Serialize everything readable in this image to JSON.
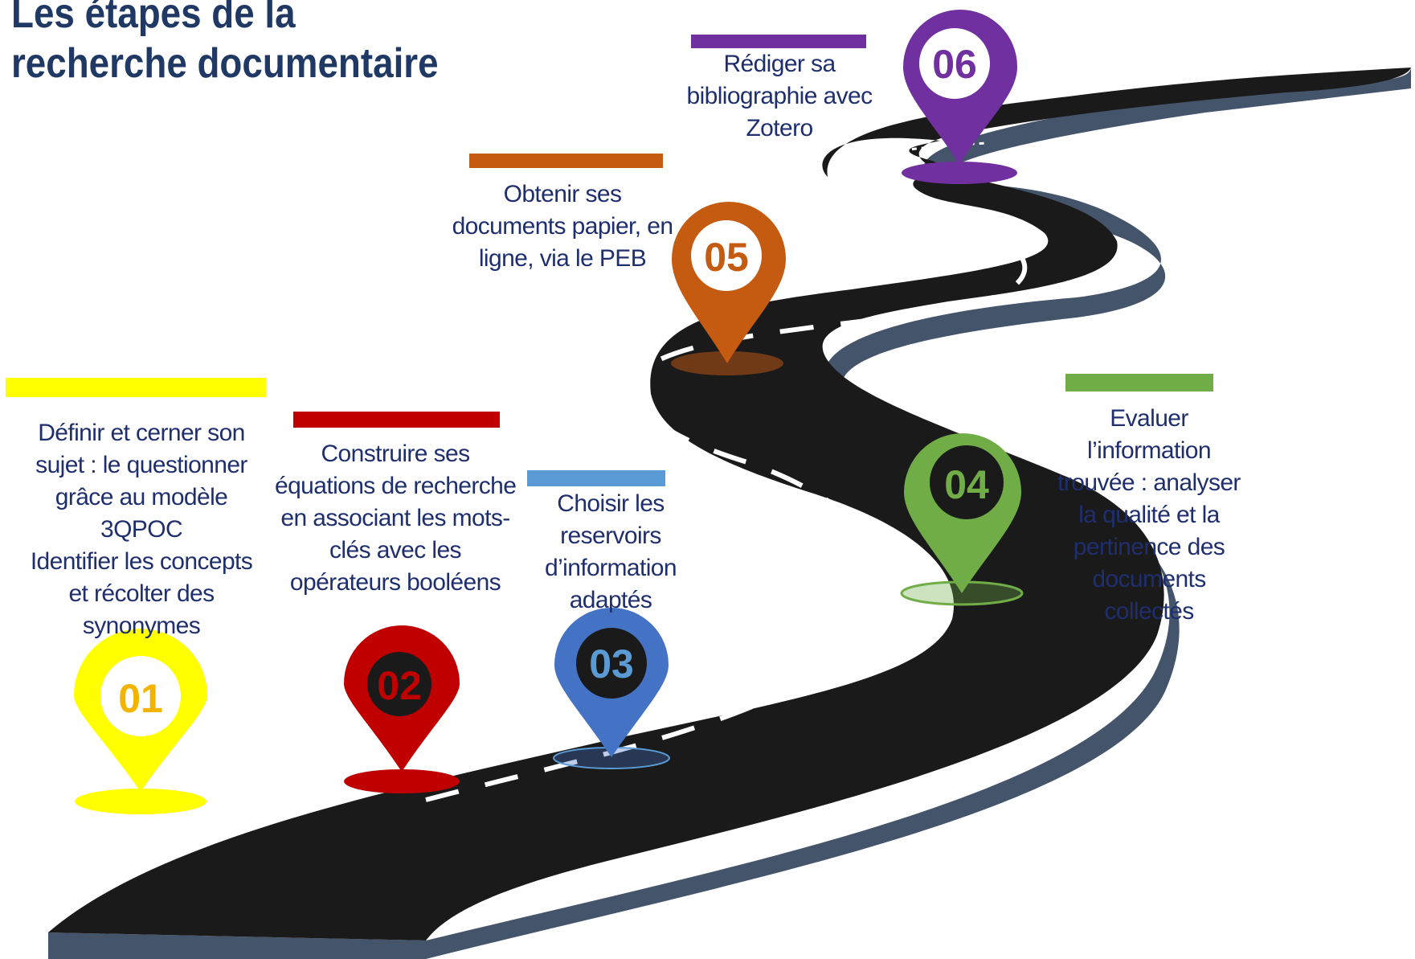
{
  "title": {
    "line1": "Les étapes de la",
    "line2": "recherche documentaire"
  },
  "steps": [
    {
      "number": "01",
      "color": "#ffff00",
      "number_color": "#f2b400",
      "lines": [
        "Définir et cerner son",
        "sujet : le questionner",
        "grâce au modèle",
        "3QPOC",
        "Identifier les concepts",
        "et récolter des",
        "synonymes"
      ]
    },
    {
      "number": "02",
      "color": "#c00000",
      "number_color": "#c00000",
      "lines": [
        "Construire ses",
        "équations de recherche",
        "en associant les mots-",
        "clés avec les",
        "opérateurs booléens"
      ]
    },
    {
      "number": "03",
      "color": "#4472c4",
      "number_color": "#5b9bd5",
      "bar_color": "#5b9bd5",
      "lines": [
        "Choisir les",
        "reservoirs",
        "d’information",
        "adaptés"
      ]
    },
    {
      "number": "04",
      "color": "#70ad47",
      "number_color": "#70ad47",
      "lines": [
        "Evaluer",
        "l’information",
        "trouvée : analyser",
        "la qualité et  la",
        "pertinence des",
        "documents",
        "collectés"
      ]
    },
    {
      "number": "05",
      "color": "#c55a11",
      "number_color": "#c55a11",
      "lines": [
        "Obtenir ses",
        "documents papier, en",
        "ligne, via le PEB"
      ]
    },
    {
      "number": "06",
      "color": "#7030a0",
      "number_color": "#7030a0",
      "lines": [
        "Rédiger sa",
        "bibliographie avec",
        "Zotero"
      ]
    }
  ],
  "road": {
    "surface_color": "#1a1a1a",
    "edge_color": "#44546a",
    "marking_color": "#ffffff"
  }
}
